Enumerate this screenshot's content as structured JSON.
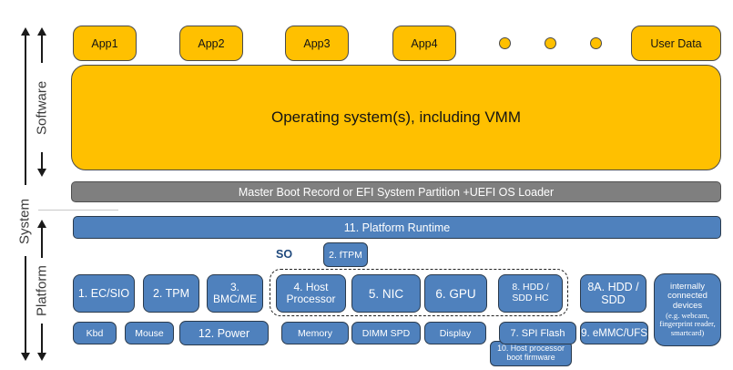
{
  "side_labels": {
    "software": "Software",
    "system": "System",
    "platform": "Platform"
  },
  "app_row": {
    "apps": [
      "App1",
      "App2",
      "App3",
      "App4"
    ],
    "user_data": "User Data"
  },
  "os_box": {
    "label": "Operating system(s), including VMM"
  },
  "boot_bar": {
    "label": "Master Boot Record or EFI System Partition +UEFI OS Loader"
  },
  "runtime_bar": {
    "label": "11. Platform Runtime"
  },
  "so_group": {
    "label": "SO",
    "ftpm": "2. fTPM"
  },
  "component_row": [
    {
      "label": "1. EC/SIO"
    },
    {
      "label": "2. TPM"
    },
    {
      "label": "3.\nBMC/ME"
    },
    {
      "label": "4. Host\nProcessor"
    },
    {
      "label": "5. NIC"
    },
    {
      "label": "6. GPU"
    },
    {
      "label": "8. HDD /\nSDD HC"
    },
    {
      "label": "8A. HDD /\nSDD"
    }
  ],
  "internal_devices": {
    "title": "internally\nconnected\ndevices",
    "subtitle": "(e.g. webcam,\nfingerprint reader,\nsmartcard)"
  },
  "peripheral_row": [
    {
      "label": "Kbd"
    },
    {
      "label": "Mouse"
    },
    {
      "label": "12. Power"
    },
    {
      "label": "Memory"
    },
    {
      "label": "DIMM SPD"
    },
    {
      "label": "Display"
    },
    {
      "label": "7. SPI Flash"
    },
    {
      "label": "9. eMMC/UFS"
    }
  ],
  "boot_firmware": {
    "label": "10. Host processor\nboot firmware"
  },
  "colors": {
    "gold": "#FFC000",
    "blue": "#4F81BD",
    "gray": "#7F7F7F",
    "dark_border": "#4a4a4a",
    "blue_border": "#2a3a4c",
    "so_text": "#1F497D"
  }
}
